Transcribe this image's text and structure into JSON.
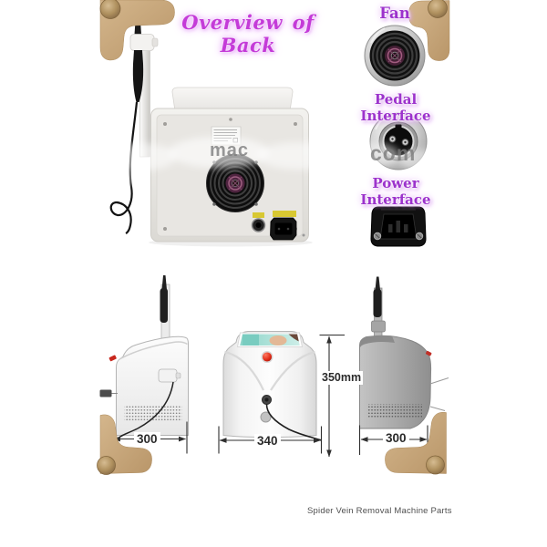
{
  "title": "Overview of Back",
  "callouts": {
    "fan": "Fan",
    "pedal": "Pedal Interface",
    "power": "Power Interface"
  },
  "watermarks": {
    "left_fragment": "mac",
    "right_fragment": "com"
  },
  "dimensions": {
    "side_view_width": "300",
    "front_view_width": "340",
    "height": "350mm",
    "right_side_view_width": "300"
  },
  "caption": "Spider Vein Removal Machine Parts",
  "colors": {
    "title_magenta": "#c43bd8",
    "callout_purple": "#9c32cc",
    "corner_tan": "#c8a87a",
    "dimension_ink": "#2b2b2b",
    "emergency_button_red": "#cf2318",
    "fan_hub_maroon": "#4f2440",
    "connector_label_yellow": "#d8c832"
  }
}
